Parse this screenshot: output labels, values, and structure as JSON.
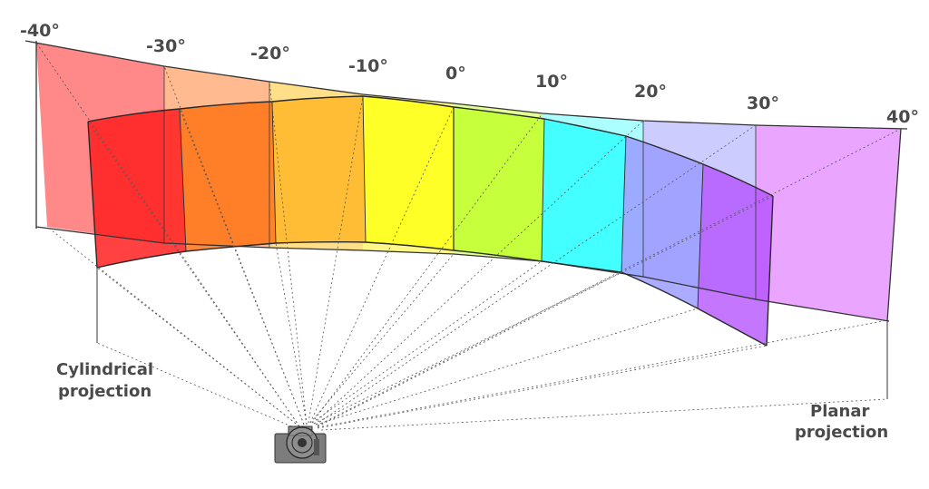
{
  "angle_labels": [
    "-40°",
    "-30°",
    "-20°",
    "-10°",
    "0°",
    "10°",
    "20°",
    "30°",
    "40°"
  ],
  "caption_left": [
    "Cylindrical",
    "projection"
  ],
  "caption_right": [
    "Planar",
    "projection"
  ],
  "colors": {
    "cylindrical_bands": [
      "#ff2b2b",
      "#ff7a20",
      "#ffbb22",
      "#ffff22",
      "#c6ff33",
      "#38ffff",
      "#9a9cff",
      "#bb5cff"
    ],
    "planar_bands": [
      "#ff7070",
      "#ffb37a",
      "#ffe07a",
      "#fff77a",
      "#dcff88",
      "#a0ffff",
      "#c9c9ff",
      "#e9a0ff"
    ],
    "line": "#333333"
  },
  "icons": {
    "camera": "camera-icon"
  }
}
